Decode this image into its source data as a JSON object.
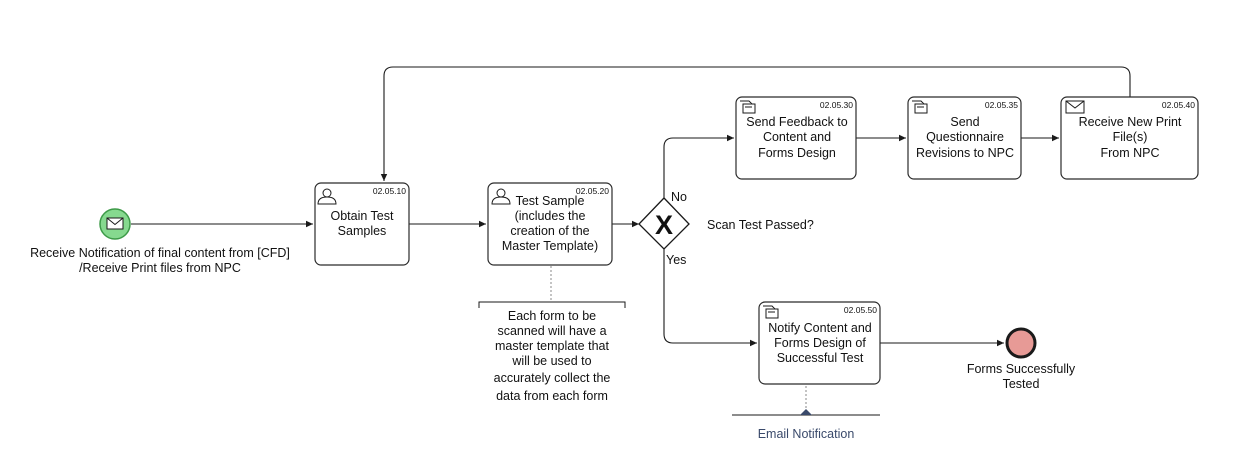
{
  "diagram": {
    "colors": {
      "start_event_fill": "#86d98f",
      "start_event_stroke": "#3d9a48",
      "end_event_fill": "#e79a96",
      "end_event_stroke": "#1a1a1a",
      "line": "#1a1a1a",
      "annotation_link": "#8a8a8a",
      "data_link": "#3a4a6b"
    },
    "start_event": {
      "icon": "envelope-icon",
      "label_line1": "Receive Notification of final content from [CFD]",
      "label_line2": "/Receive Print files from NPC"
    },
    "tasks": {
      "obtain": {
        "code": "02.05.10",
        "icon": "user-icon",
        "lines": [
          "Obtain Test",
          "Samples"
        ]
      },
      "test_sample": {
        "code": "02.05.20",
        "icon": "user-icon",
        "lines": [
          "Test Sample",
          "(includes the",
          "creation of the",
          "Master Template)"
        ]
      },
      "feedback": {
        "code": "02.05.30",
        "icon": "send-icon",
        "lines": [
          "Send Feedback to",
          "Content and",
          "Forms Design"
        ]
      },
      "questionnaire": {
        "code": "02.05.35",
        "icon": "send-icon",
        "lines": [
          "Send",
          "Questionnaire",
          "Revisions to NPC"
        ]
      },
      "receive_print": {
        "code": "02.05.40",
        "icon": "envelope-icon",
        "lines": [
          "Receive New Print",
          "File(s)",
          "From NPC"
        ]
      },
      "notify": {
        "code": "02.05.50",
        "icon": "send-icon",
        "lines": [
          "Notify Content and",
          "Forms Design of",
          "Successful Test"
        ]
      }
    },
    "gateway": {
      "symbol": "X",
      "question": "Scan Test Passed?",
      "no_label": "No",
      "yes_label": "Yes"
    },
    "annotation": {
      "lines": [
        "Each form to be",
        "scanned will have a",
        "master template that",
        "will be used to",
        "accurately collect the",
        "data from each  form"
      ]
    },
    "data_output": {
      "label": "Email Notification"
    },
    "end_event": {
      "label_line1": "Forms Successfully",
      "label_line2": "Tested"
    }
  }
}
